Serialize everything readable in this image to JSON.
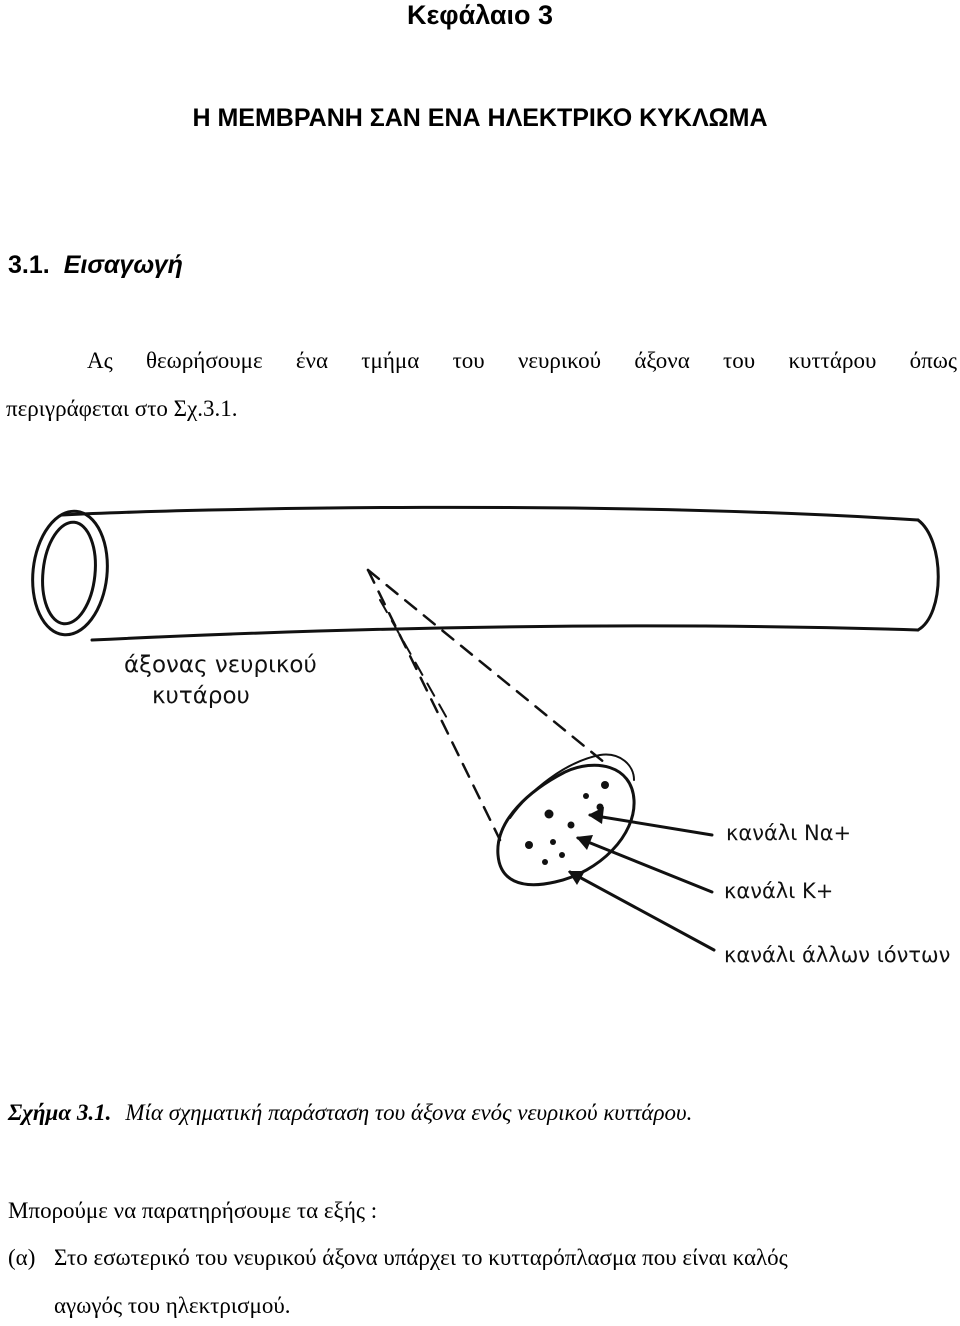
{
  "chapter_title": "Κεφάλαιο 3",
  "section_heading": "Η ΜΕΜΒΡΑΝΗ ΣΑΝ ΕΝΑ ΗΛΕΚΤΡΙΚΟ ΚΥΚΛΩΜΑ",
  "subsection": {
    "number": "3.1.",
    "title": "Εισαγωγή"
  },
  "paragraph1": {
    "line1": "Ας θεωρήσουμε ένα τμήμα του νευρικού άξονα του κυττάρου όπως",
    "line2": "περιγράφεται στο Σχ.3.1."
  },
  "figure": {
    "axon_label_line1": "άξονας νευρικού",
    "axon_label_line2": "κυτάρου",
    "channels": [
      "κανάλι Να+",
      "κανάλι Κ+",
      "κανάλι άλλων ιόντων"
    ]
  },
  "caption": {
    "label": "Σχήμα 3.1.",
    "text": "Μία σχηματική παράσταση του άξονα ενός νευρικού κυττάρου."
  },
  "paragraph2": "Μπορούμε να παρατηρήσουμε τα εξής :",
  "item_a": {
    "marker": "(α)",
    "line1": "Στο εσωτερικό του νευρικού άξονα υπάρχει το κυτταρόπλασμα που είναι καλός",
    "line2": "αγωγός του ηλεκτρισμού."
  }
}
